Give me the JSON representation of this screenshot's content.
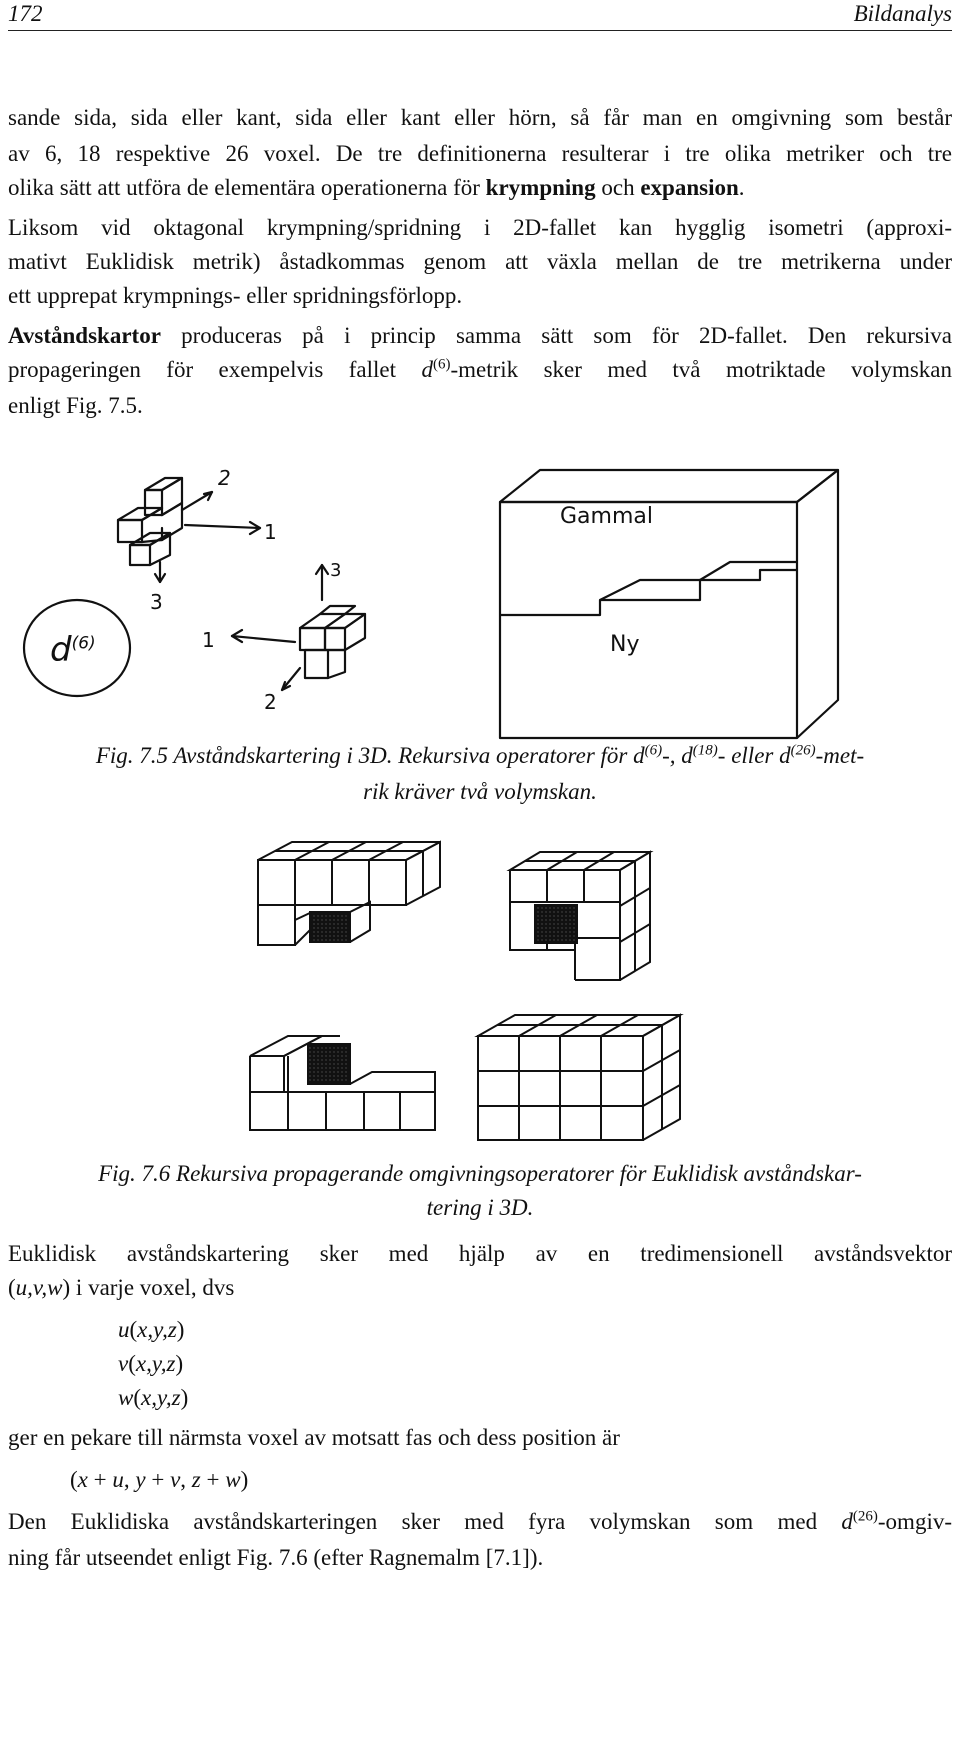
{
  "header": {
    "page_number": "172",
    "running_title": "Bildanalys"
  },
  "p1": {
    "line1": "sande sida, sida eller kant, sida eller kant eller hörn, så får man en omgivning som består",
    "line2": "av 6, 18 respektive 26 voxel. De tre definitionerna resulterar i tre olika metriker och tre",
    "line3_a": "olika sätt att utföra de elementära operationerna för ",
    "line3_b": "krympning",
    "line3_c": " och ",
    "line3_d": "expansion",
    "line3_e": "."
  },
  "p2": {
    "line1": "Liksom vid oktagonal krympning/spridning i 2D-fallet kan hygglig isometri (approxi-",
    "line2": "mativt Euklidisk metrik) åstadkommas genom att växla mellan de tre metrikerna under",
    "line3": "ett upprepat krympnings- eller spridningsförlopp."
  },
  "p3": {
    "bold": "Avståndskartor",
    "line1_rest": " produceras på i princip samma sätt som för 2D-fallet. Den rekursiva",
    "line2_a": "propageringen för exempelvis fallet ",
    "d": "d",
    "sup6": "(6)",
    "line2_b": "-metrik sker med två motriktade volymskan",
    "line3": "enligt Fig. 7.5."
  },
  "fig75": {
    "label_2a": "2",
    "label_1a": "1",
    "label_3a": "3",
    "label_3b": "3",
    "label_1b": "1",
    "label_2b": "2",
    "circle_d": "d",
    "circle_sup": "(6)",
    "box_old": "Gammal",
    "box_new": "Ny",
    "caption_a": "Fig. 7.5 Avståndskartering i 3D. Rekursiva operatorer för ",
    "cd": "d",
    "s6": "(6)",
    "s18": "(18)",
    "s26": "(26)",
    "sep1": "-, ",
    "sep2": "- eller ",
    "caption_b": "-met-",
    "caption_line2": "rik kräver två volymskan."
  },
  "fig76": {
    "caption_line1": "Fig. 7.6 Rekursiva propagerande omgivningsoperatorer för Euklidisk avståndskar-",
    "caption_line2": "tering i 3D."
  },
  "p4": {
    "line1": "Euklidisk avståndskartering sker med hjälp av en tredimensionell avståndsvektor",
    "paren_open": "(",
    "uvw": "u,v,w",
    "line2_rest": ") i varje voxel, dvs"
  },
  "equations": {
    "u": "u",
    "v": "v",
    "w": "w",
    "args_open": "(",
    "args": "x,y,z",
    "args_close": ")"
  },
  "p5": {
    "line": "ger en pekare till närmsta voxel av motsatt fas och dess position är"
  },
  "position_expr": {
    "open": "(",
    "x": "x",
    "plus1": " + ",
    "u": "u",
    "comma1": ", ",
    "y": "y",
    "plus2": " + ",
    "v": "v",
    "comma2": ", ",
    "z": "z",
    "plus3": " + ",
    "w": "w",
    "close": ")"
  },
  "p6": {
    "line1_a": "Den Euklidiska avståndskarteringen sker med fyra volymskan som med ",
    "d": "d",
    "sup26": "(26)",
    "line1_b": "-omgiv-",
    "line2": "ning får utseendet enligt Fig. 7.6 (efter Ragnemalm [7.1])."
  }
}
